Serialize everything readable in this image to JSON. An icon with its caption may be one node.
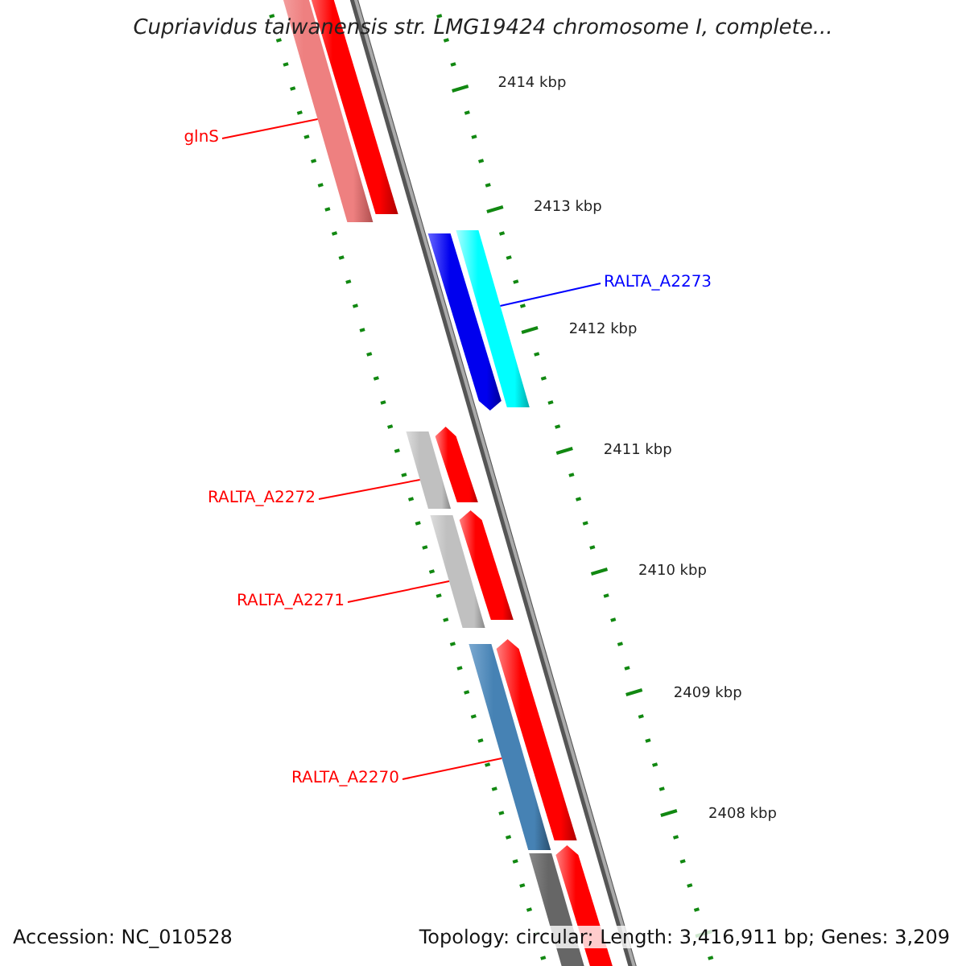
{
  "diagram": {
    "title": "Cupriavidus taiwanensis str. LMG19424 chromosome I, complete...",
    "nodes": [
      {
        "text": [
          "glnS"
        ]
      },
      {
        "text": [],
        "shape": "bar"
      },
      {
        "text": [
          "RALTA_A2273"
        ]
      },
      {
        "text": [],
        "shape": "bar"
      },
      {
        "text": [
          "RALTA_A2272"
        ]
      },
      {
        "text": [],
        "shape": "bar"
      },
      {
        "text": [
          "RALTA_A2271"
        ]
      },
      {
        "text": [],
        "shape": "bar"
      },
      {
        "text": [
          "RALTA_A2270"
        ]
      },
      {
        "text": [],
        "shape": "bar"
      }
    ],
    "edges": [
      {
        "from": 0,
        "to": 1,
        "arrow": "none"
      },
      {
        "from": 2,
        "to": 3,
        "arrow": "none",
        "color": "#0000ff"
      },
      {
        "from": 4,
        "to": 5,
        "arrow": "none"
      },
      {
        "from": 6,
        "to": 7,
        "arrow": "none"
      },
      {
        "from": 8,
        "to": 9,
        "arrow": "none"
      }
    ],
    "labels": [
      "2414 kbp",
      "2413 kbp",
      "2412 kbp",
      "2411 kbp",
      "2410 kbp",
      "2409 kbp",
      "2408 kbp",
      "Accession: NC_010528",
      "Topology: circular; Length: 3,416,911 bp; Genes: 3,209"
    ]
  }
}
